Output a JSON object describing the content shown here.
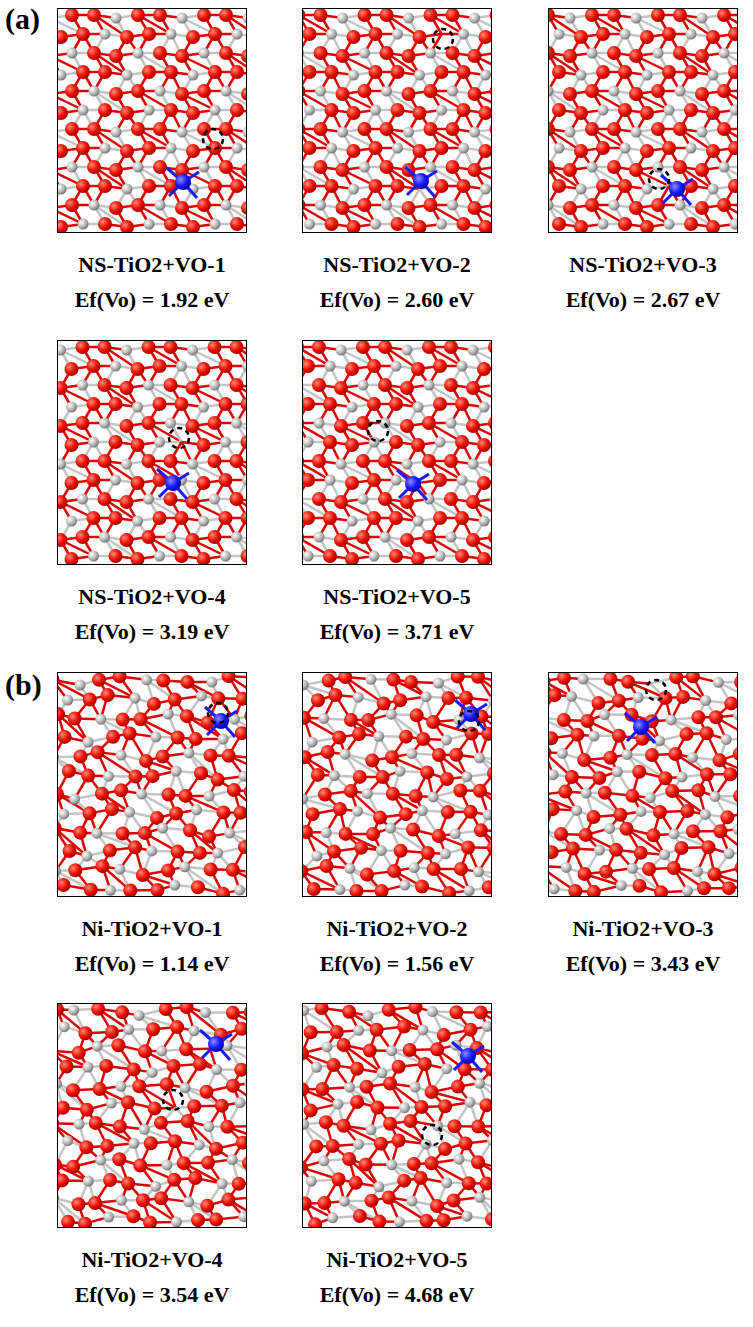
{
  "diagram": {
    "nodes": [
      {
        "text": [
          "NS-TiO2+VO-1",
          "Ef(Vo) = 1.92 eV"
        ]
      },
      {
        "text": [
          "NS-TiO2+VO-2",
          "Ef(Vo) = 2.60 eV"
        ]
      },
      {
        "text": [
          "NS-TiO2+VO-3",
          "Ef(Vo) = 2.67 eV"
        ]
      },
      {
        "text": [
          "NS-TiO2+VO-4",
          "Ef(Vo) = 3.19 eV"
        ]
      },
      {
        "text": [
          "NS-TiO2+VO-5",
          "Ef(Vo) = 3.71 eV"
        ]
      },
      {
        "text": [
          "Ni-TiO2+VO-1",
          "Ef(Vo) = 1.14 eV"
        ]
      },
      {
        "text": [
          "Ni-TiO2+VO-2",
          "Ef(Vo) = 1.56 eV"
        ]
      },
      {
        "text": [
          "Ni-TiO2+VO-3",
          "Ef(Vo) = 3.43 eV"
        ]
      },
      {
        "text": [
          "Ni-TiO2+VO-4",
          "Ef(Vo) = 3.54 eV"
        ]
      },
      {
        "text": [
          "Ni-TiO2+VO-5",
          "Ef(Vo) = 4.68 eV"
        ]
      }
    ],
    "labels": [
      "(a)",
      "(b)"
    ]
  }
}
